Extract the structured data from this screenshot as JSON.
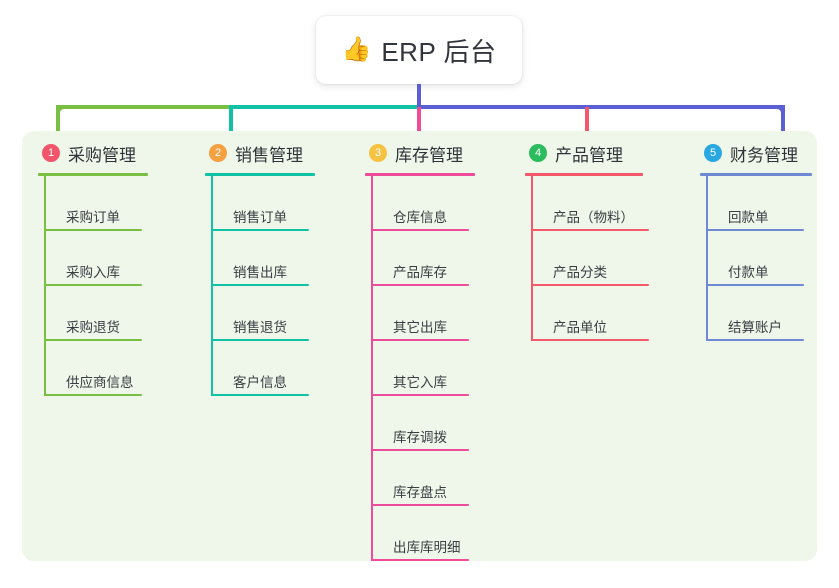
{
  "root": {
    "emoji": "👍",
    "emoji_name": "thumbs-up-icon",
    "title": "ERP 后台"
  },
  "theme": {
    "panel_background": "#eef7e9",
    "page_background": "#ffffff",
    "stem_color": "#5a5fd4",
    "text_color": "#2f3238"
  },
  "columns": [
    {
      "index": "1",
      "title": "采购管理",
      "badge_color": "#f1556c",
      "line_color": "#78bf42",
      "items": [
        {
          "label": "采购订单"
        },
        {
          "label": "采购入库"
        },
        {
          "label": "采购退货"
        },
        {
          "label": "供应商信息"
        }
      ]
    },
    {
      "index": "2",
      "title": "销售管理",
      "badge_color": "#f5a142",
      "line_color": "#12c2a4",
      "items": [
        {
          "label": "销售订单"
        },
        {
          "label": "销售出库"
        },
        {
          "label": "销售退货"
        },
        {
          "label": "客户信息"
        }
      ]
    },
    {
      "index": "3",
      "title": "库存管理",
      "badge_color": "#f5c242",
      "line_color": "#ef4b9b",
      "items": [
        {
          "label": "仓库信息"
        },
        {
          "label": "产品库存"
        },
        {
          "label": "其它出库"
        },
        {
          "label": "其它入库"
        },
        {
          "label": "库存调拨"
        },
        {
          "label": "库存盘点"
        },
        {
          "label": "出库库明细"
        }
      ]
    },
    {
      "index": "4",
      "title": "产品管理",
      "badge_color": "#2cbb5d",
      "line_color": "#f3596b",
      "items": [
        {
          "label": "产品（物料）"
        },
        {
          "label": "产品分类"
        },
        {
          "label": "产品单位"
        }
      ]
    },
    {
      "index": "5",
      "title": "财务管理",
      "badge_color": "#29a7e0",
      "line_color": "#6f8ad4",
      "items": [
        {
          "label": "回款单"
        },
        {
          "label": "付款单"
        },
        {
          "label": "结算账户"
        }
      ]
    }
  ]
}
